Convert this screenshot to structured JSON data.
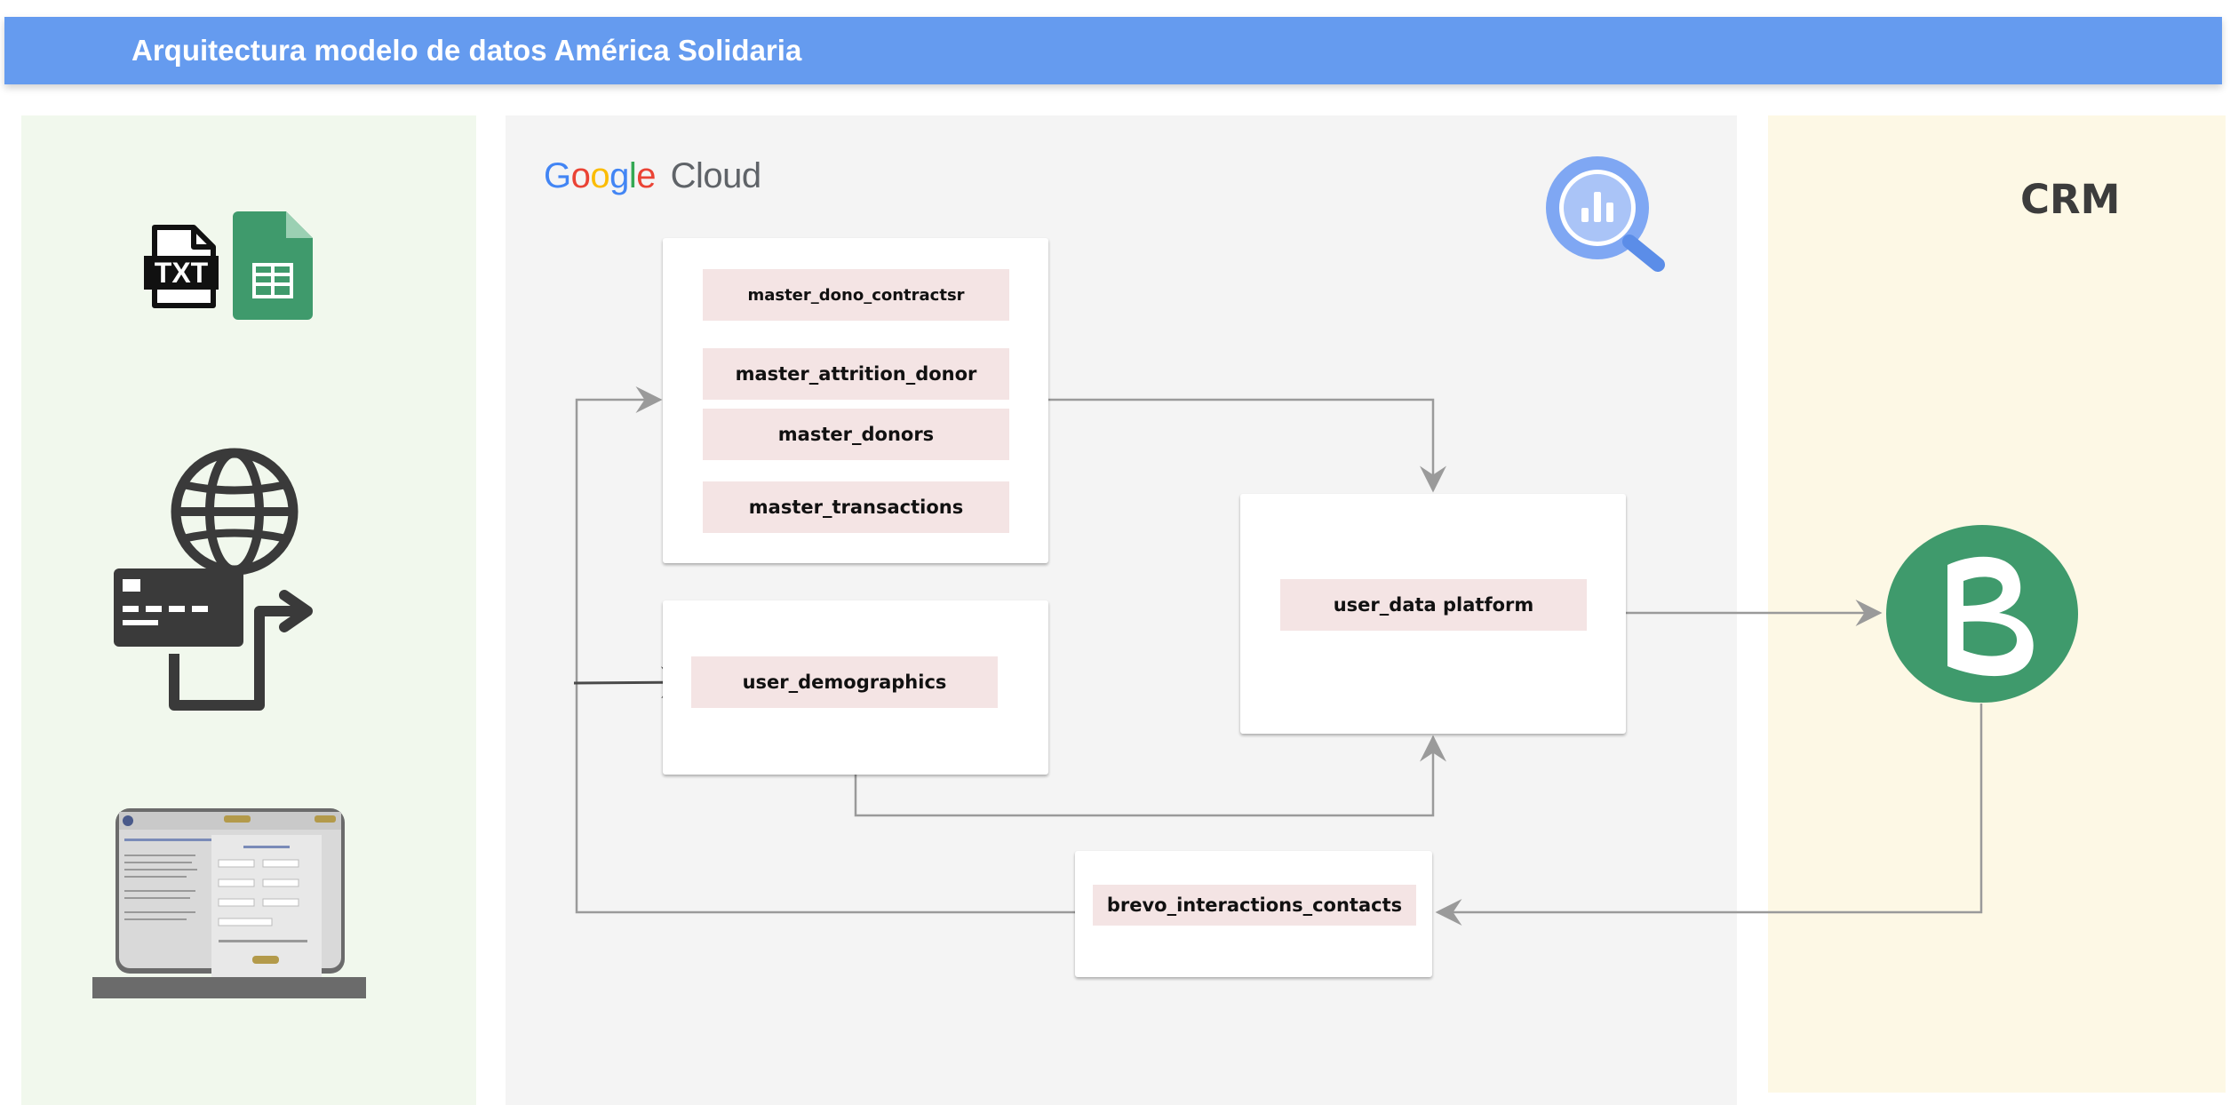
{
  "header": {
    "title": "Arquitectura modelo de datos América Solidaria"
  },
  "crm": {
    "label": "CRM"
  },
  "google_cloud": {
    "brand_letters": [
      "G",
      "o",
      "o",
      "g",
      "l",
      "e"
    ],
    "cloud_text": "Cloud",
    "brand_colors": [
      "#4285f4",
      "#ea4335",
      "#fbbc05",
      "#4285f4",
      "#34a853",
      "#ea4335"
    ]
  },
  "sources": {
    "txt_label": "TXT"
  },
  "tables": {
    "master_group": [
      "master_dono_contractsr",
      "master_attrition_donor",
      "master_donors",
      "master_transactions"
    ],
    "user_demographics": "user_demographics",
    "user_data_platform": "user_data platform",
    "brevo_interactions": "brevo_interactions_contacts"
  },
  "colors": {
    "header": "#659bef",
    "panel_left": "#f1f8ed",
    "panel_mid": "#f4f4f4",
    "panel_right": "#fdf8e5",
    "table_fill": "#f4e4e4",
    "brevo_green": "#3f9a6c",
    "connector": "#9a9a9a"
  },
  "icons": [
    "txt-file-icon",
    "google-sheets-icon",
    "web-payment-icon",
    "laptop-form-screenshot",
    "bigquery-icon",
    "brevo-logo"
  ]
}
